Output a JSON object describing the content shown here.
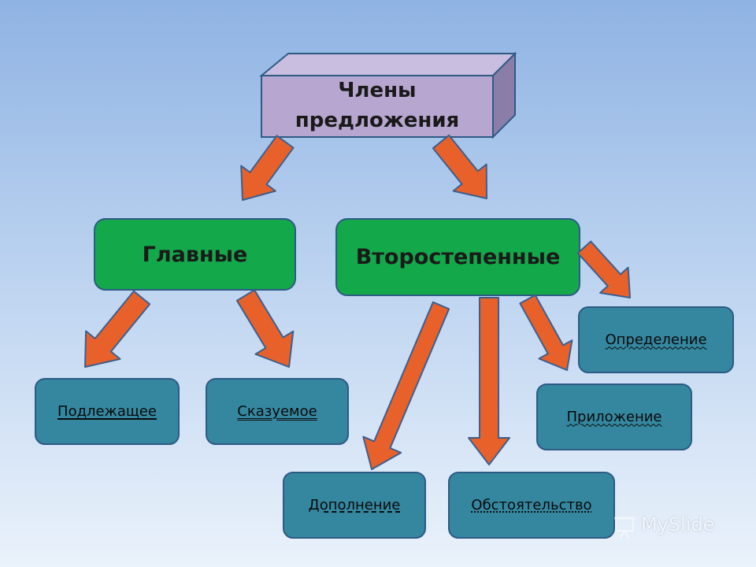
{
  "nodes": {
    "root": {
      "label": "Члены предложения"
    },
    "main": {
      "label": "Главные"
    },
    "secondary": {
      "label": "Второстепенные"
    },
    "subject": {
      "label": "Подлежащее"
    },
    "predicate": {
      "label": "Сказуемое"
    },
    "attribute": {
      "label": "Определение"
    },
    "apposition": {
      "label": "Приложение"
    },
    "object": {
      "label": "Дополнение"
    },
    "adverbial": {
      "label": "Обстоятельство"
    }
  },
  "edges": [
    {
      "from": "root",
      "to": "main"
    },
    {
      "from": "root",
      "to": "secondary"
    },
    {
      "from": "main",
      "to": "subject"
    },
    {
      "from": "main",
      "to": "predicate"
    },
    {
      "from": "secondary",
      "to": "attribute"
    },
    {
      "from": "secondary",
      "to": "apposition"
    },
    {
      "from": "secondary",
      "to": "object"
    },
    {
      "from": "secondary",
      "to": "adverbial"
    }
  ],
  "colors": {
    "arrow": "#e8612a",
    "arrow_stroke": "#3d5f8f",
    "green_box": "#13a84a",
    "teal_box": "#3587a0",
    "box_stroke": "#2e5a86",
    "root_front": "#b7a6cf",
    "root_top": "#c9bde0",
    "root_side": "#8a7ea8"
  },
  "watermark": {
    "text": "MySlide",
    "icon": "projector-screen-icon"
  }
}
